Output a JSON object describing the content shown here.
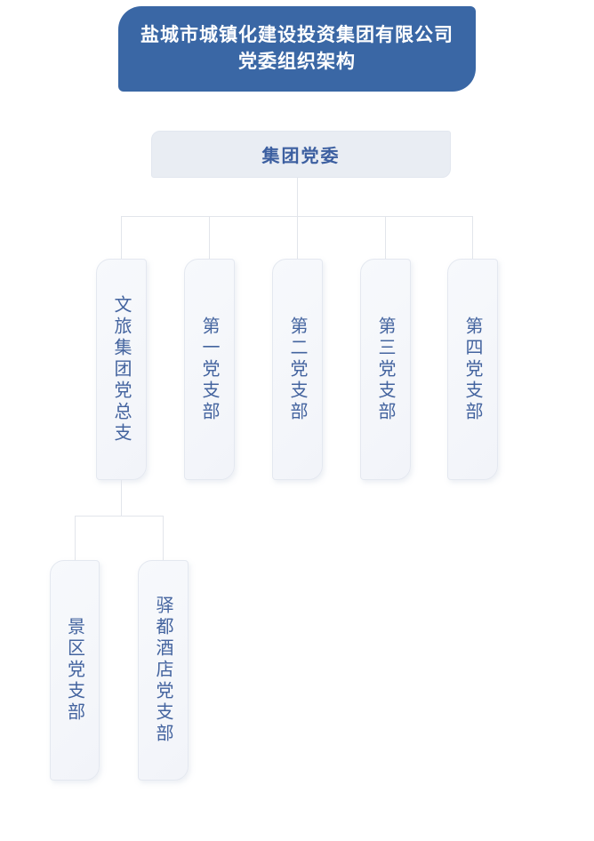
{
  "header": {
    "title_line1": "盐城市城镇化建设投资集团有限公司",
    "title_line2": "党委组织架构"
  },
  "org": {
    "root": {
      "label": "集团党委"
    },
    "level1": [
      {
        "label": "文旅集团党总支"
      },
      {
        "label": "第一党支部"
      },
      {
        "label": "第二党支部"
      },
      {
        "label": "第三党支部"
      },
      {
        "label": "第四党支部"
      }
    ],
    "level2": [
      {
        "label": "景区党支部"
      },
      {
        "label": "驿都酒店党支部"
      }
    ]
  },
  "colors": {
    "header_bg": "#3a67a5",
    "header_text": "#ffffff",
    "root_bg": "#e9edf3",
    "node_bg": "#f5f7fa",
    "node_text": "#44649f",
    "connector_line": "#e2e5eb"
  }
}
